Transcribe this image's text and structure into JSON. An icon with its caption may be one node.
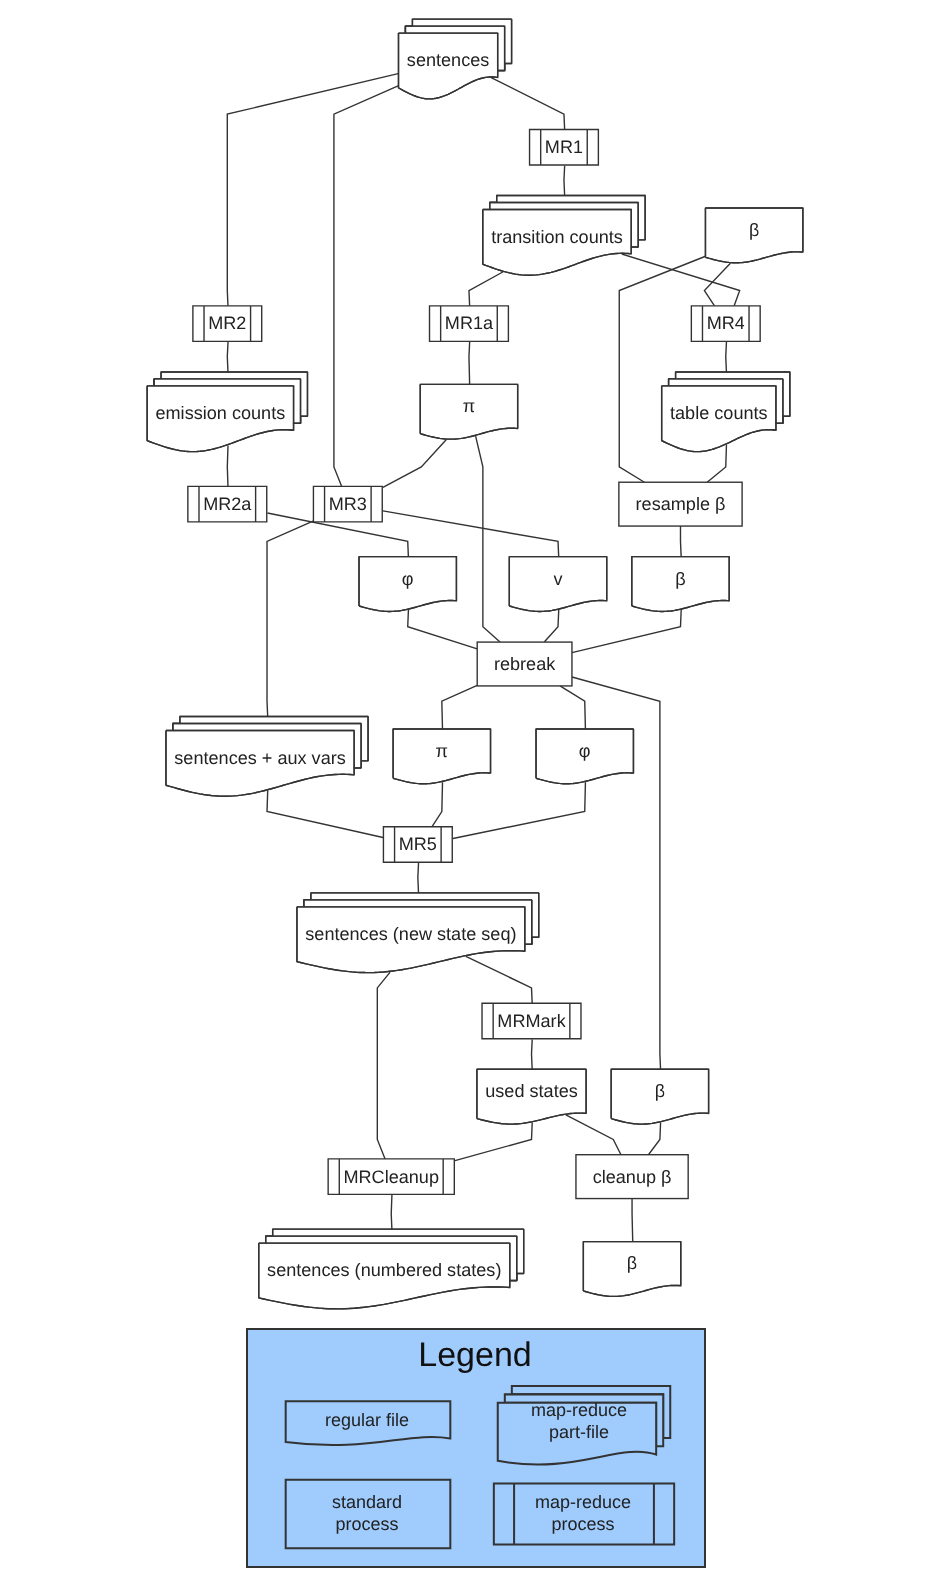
{
  "diagram": {
    "nodes": [
      {
        "text": [
          "sentences"
        ]
      },
      {
        "text": [
          "β"
        ]
      },
      {
        "text": [
          "MR2"
        ]
      },
      {
        "text": [
          "MR1"
        ]
      },
      {
        "text": [
          "emission counts"
        ]
      },
      {
        "text": [
          "transition counts"
        ]
      },
      {
        "text": [
          "MR2a"
        ]
      },
      {
        "text": [
          "MR1a"
        ]
      },
      {
        "text": [
          "MR4"
        ]
      },
      {
        "text": [
          "table counts"
        ]
      },
      {
        "text": [
          "φ"
        ]
      },
      {
        "text": [
          "π"
        ]
      },
      {
        "text": [
          "resample β"
        ]
      },
      {
        "text": [
          "MR3"
        ]
      },
      {
        "text": [
          "v"
        ]
      },
      {
        "text": [
          "sentences + aux vars"
        ]
      },
      {
        "text": [
          "β"
        ]
      },
      {
        "text": [
          "rebreak"
        ]
      },
      {
        "text": [
          "π"
        ]
      },
      {
        "text": [
          "φ"
        ]
      },
      {
        "text": [
          "MR5"
        ]
      },
      {
        "text": [
          "β"
        ]
      },
      {
        "text": [
          "sentences (new state seq)"
        ]
      },
      {
        "text": [
          "MRMark"
        ]
      },
      {
        "text": [
          "used states"
        ]
      },
      {
        "text": [
          "MRCleanup"
        ]
      },
      {
        "text": [
          "cleanup β"
        ]
      },
      {
        "text": [
          "sentences (numbered states)"
        ]
      },
      {
        "text": [
          "β"
        ]
      }
    ],
    "edges": [
      {
        "from": 0,
        "to": 2,
        "arrow": "none"
      },
      {
        "from": 0,
        "to": 3,
        "arrow": "none"
      },
      {
        "from": 1,
        "to": 8,
        "arrow": "none"
      },
      {
        "from": 1,
        "to": 12,
        "arrow": "none"
      },
      {
        "from": 2,
        "to": 4,
        "arrow": "none"
      },
      {
        "from": 3,
        "to": 5,
        "arrow": "none"
      },
      {
        "from": 4,
        "to": 6,
        "arrow": "none"
      },
      {
        "from": 5,
        "to": 7,
        "arrow": "none"
      },
      {
        "from": 5,
        "to": 8,
        "arrow": "none"
      },
      {
        "from": 8,
        "to": 9,
        "arrow": "none"
      },
      {
        "from": 0,
        "to": 13,
        "arrow": "none"
      },
      {
        "from": 6,
        "to": 10,
        "arrow": "none"
      },
      {
        "from": 7,
        "to": 11,
        "arrow": "none"
      },
      {
        "from": 9,
        "to": 12,
        "arrow": "none"
      },
      {
        "from": 11,
        "to": 13,
        "arrow": "none"
      },
      {
        "from": 10,
        "to": 17,
        "arrow": "none"
      },
      {
        "from": 11,
        "to": 17,
        "arrow": "none"
      },
      {
        "from": 12,
        "to": 16,
        "arrow": "none"
      },
      {
        "from": 13,
        "to": 14,
        "arrow": "none"
      },
      {
        "from": 13,
        "to": 15,
        "arrow": "none"
      },
      {
        "from": 14,
        "to": 17,
        "arrow": "none"
      },
      {
        "from": 16,
        "to": 17,
        "arrow": "none"
      },
      {
        "from": 17,
        "to": 18,
        "arrow": "none"
      },
      {
        "from": 17,
        "to": 19,
        "arrow": "none"
      },
      {
        "from": 17,
        "to": 21,
        "arrow": "none"
      },
      {
        "from": 15,
        "to": 20,
        "arrow": "none"
      },
      {
        "from": 18,
        "to": 20,
        "arrow": "none"
      },
      {
        "from": 19,
        "to": 20,
        "arrow": "none"
      },
      {
        "from": 20,
        "to": 22,
        "arrow": "none"
      },
      {
        "from": 22,
        "to": 23,
        "arrow": "none"
      },
      {
        "from": 22,
        "to": 25,
        "arrow": "none"
      },
      {
        "from": 23,
        "to": 24,
        "arrow": "none"
      },
      {
        "from": 24,
        "to": 25,
        "arrow": "none"
      },
      {
        "from": 24,
        "to": 26,
        "arrow": "none"
      },
      {
        "from": 21,
        "to": 26,
        "arrow": "none"
      },
      {
        "from": 25,
        "to": 27,
        "arrow": "none"
      },
      {
        "from": 26,
        "to": 28,
        "arrow": "none"
      }
    ],
    "labels": [
      "Legend"
    ],
    "legend": [
      {
        "text": "regular file"
      },
      {
        "text": "map-reduce part-file"
      },
      {
        "text": "standard process"
      },
      {
        "text": "map-reduce process"
      }
    ]
  }
}
